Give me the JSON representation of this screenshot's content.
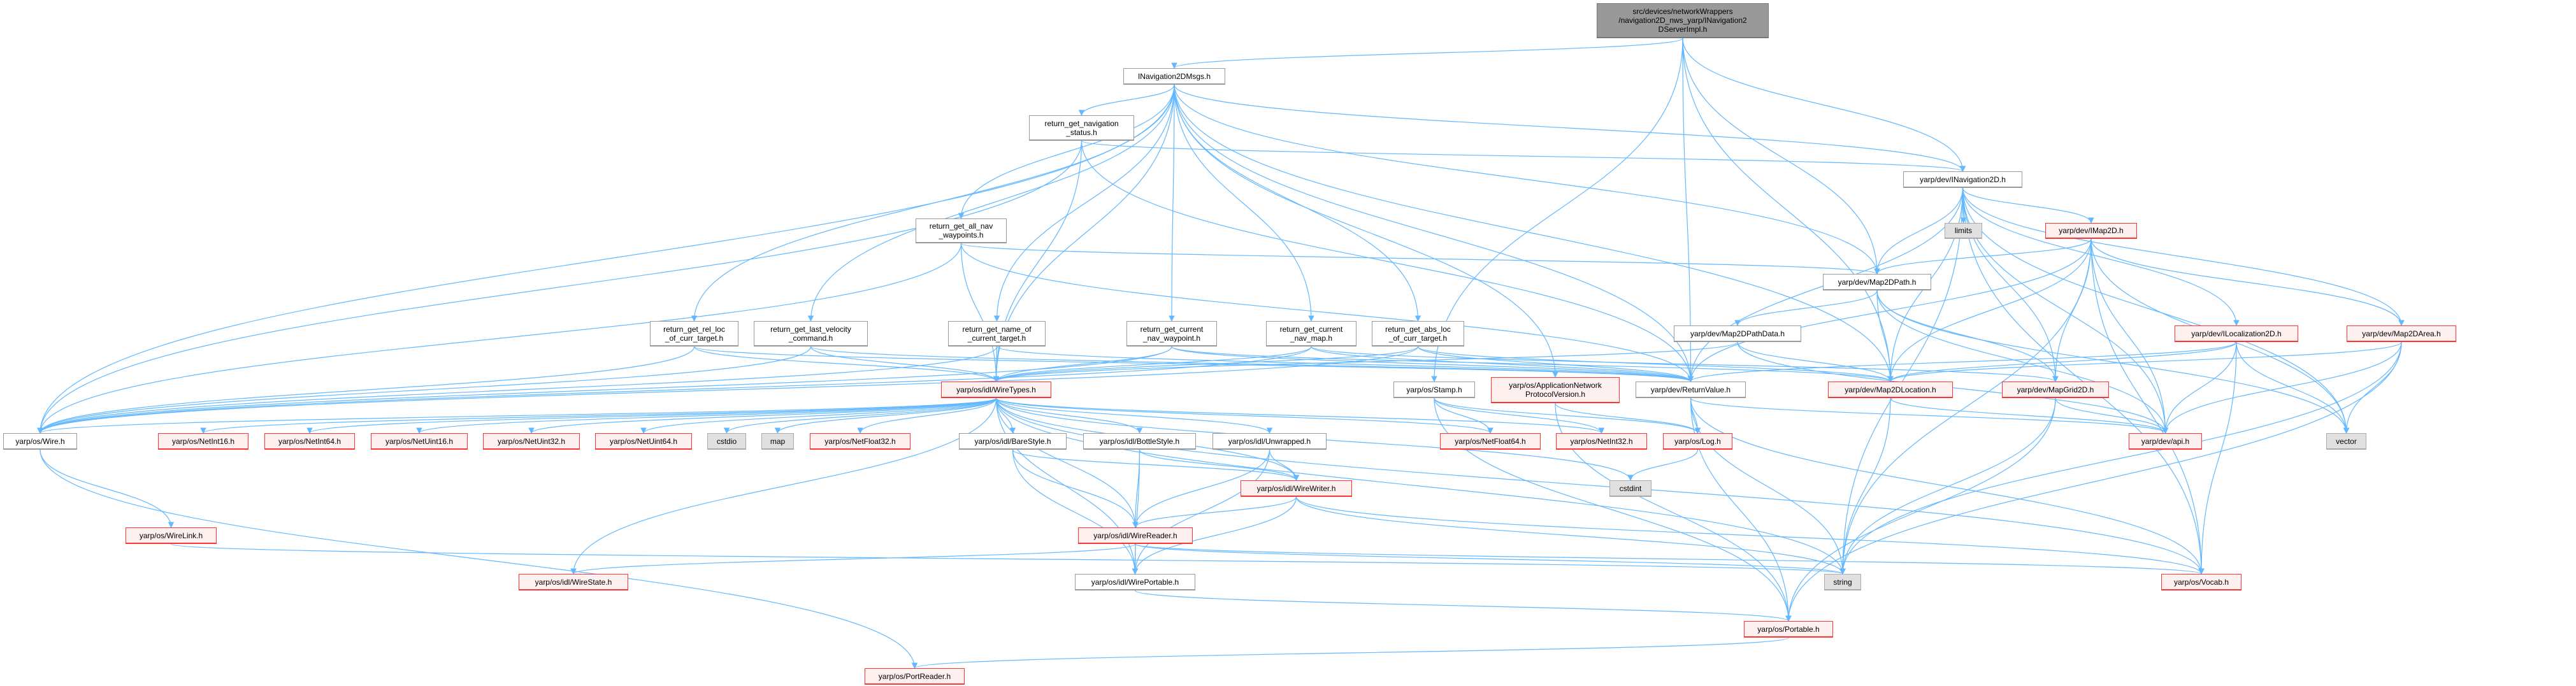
{
  "colors": {
    "edge": "#63b8ff",
    "root_fill": "#999999",
    "red_border": "#ff3333",
    "red_fill": "#fff0f0",
    "gray_fill": "#e0e0e0"
  },
  "nodes": [
    {
      "id": "root",
      "kind": "root",
      "lines": [
        "src/devices/networkWrappers",
        "/navigation2D_nws_yarp/INavigation2",
        "DServerImpl.h"
      ]
    },
    {
      "id": "msgs",
      "kind": "normal",
      "lines": [
        "INavigation2DMsgs.h"
      ]
    },
    {
      "id": "nav_status",
      "kind": "normal",
      "lines": [
        "return_get_navigation",
        "_status.h"
      ]
    },
    {
      "id": "all_wp",
      "kind": "normal",
      "lines": [
        "return_get_all_nav",
        "_waypoints.h"
      ]
    },
    {
      "id": "rel_loc",
      "kind": "normal",
      "lines": [
        "return_get_rel_loc",
        "_of_curr_target.h"
      ]
    },
    {
      "id": "last_vel",
      "kind": "normal",
      "lines": [
        "return_get_last_velocity",
        "_command.h"
      ]
    },
    {
      "id": "name_tgt",
      "kind": "normal",
      "lines": [
        "return_get_name_of",
        "_current_target.h"
      ]
    },
    {
      "id": "cur_wp",
      "kind": "normal",
      "lines": [
        "return_get_current",
        "_nav_waypoint.h"
      ]
    },
    {
      "id": "cur_map",
      "kind": "normal",
      "lines": [
        "return_get_current",
        "_nav_map.h"
      ]
    },
    {
      "id": "abs_loc",
      "kind": "normal",
      "lines": [
        "return_get_abs_loc",
        "_of_curr_target.h"
      ]
    },
    {
      "id": "pathdata",
      "kind": "normal",
      "lines": [
        "yarp/dev/Map2DPathData.h"
      ]
    },
    {
      "id": "inav2d",
      "kind": "normal",
      "lines": [
        "yarp/dev/INavigation2D.h"
      ]
    },
    {
      "id": "limits",
      "kind": "gray",
      "lines": [
        "limits"
      ]
    },
    {
      "id": "imap2d",
      "kind": "red",
      "lines": [
        "yarp/dev/IMap2D.h"
      ]
    },
    {
      "id": "path",
      "kind": "normal",
      "lines": [
        "yarp/dev/Map2DPath.h"
      ]
    },
    {
      "id": "iloc",
      "kind": "red",
      "lines": [
        "yarp/dev/ILocalization2D.h"
      ]
    },
    {
      "id": "area",
      "kind": "red",
      "lines": [
        "yarp/dev/Map2DArea.h"
      ]
    },
    {
      "id": "wire",
      "kind": "normal",
      "lines": [
        "yarp/os/Wire.h"
      ]
    },
    {
      "id": "nint16",
      "kind": "red",
      "lines": [
        "yarp/os/NetInt16.h"
      ]
    },
    {
      "id": "nint64",
      "kind": "red",
      "lines": [
        "yarp/os/NetInt64.h"
      ]
    },
    {
      "id": "nuint16",
      "kind": "red",
      "lines": [
        "yarp/os/NetUint16.h"
      ]
    },
    {
      "id": "nuint32",
      "kind": "red",
      "lines": [
        "yarp/os/NetUint32.h"
      ]
    },
    {
      "id": "nuint64",
      "kind": "red",
      "lines": [
        "yarp/os/NetUint64.h"
      ]
    },
    {
      "id": "cstdio",
      "kind": "gray",
      "lines": [
        "cstdio"
      ]
    },
    {
      "id": "map",
      "kind": "gray",
      "lines": [
        "map"
      ]
    },
    {
      "id": "nfloat32",
      "kind": "red",
      "lines": [
        "yarp/os/NetFloat32.h"
      ]
    },
    {
      "id": "wiretypes",
      "kind": "red",
      "lines": [
        "yarp/os/idl/WireTypes.h"
      ]
    },
    {
      "id": "stamp",
      "kind": "normal",
      "lines": [
        "yarp/os/Stamp.h"
      ]
    },
    {
      "id": "anpv",
      "kind": "red",
      "lines": [
        "yarp/os/ApplicationNetwork",
        "ProtocolVersion.h"
      ]
    },
    {
      "id": "retval",
      "kind": "normal",
      "lines": [
        "yarp/dev/ReturnValue.h"
      ]
    },
    {
      "id": "location",
      "kind": "red",
      "lines": [
        "yarp/dev/Map2DLocation.h"
      ]
    },
    {
      "id": "grid",
      "kind": "red",
      "lines": [
        "yarp/dev/MapGrid2D.h"
      ]
    },
    {
      "id": "bare",
      "kind": "normal",
      "lines": [
        "yarp/os/idl/BareStyle.h"
      ]
    },
    {
      "id": "bottle",
      "kind": "normal",
      "lines": [
        "yarp/os/idl/BottleStyle.h"
      ]
    },
    {
      "id": "unwrapped",
      "kind": "normal",
      "lines": [
        "yarp/os/idl/Unwrapped.h"
      ]
    },
    {
      "id": "nfloat64",
      "kind": "red",
      "lines": [
        "yarp/os/NetFloat64.h"
      ]
    },
    {
      "id": "nint32",
      "kind": "red",
      "lines": [
        "yarp/os/NetInt32.h"
      ]
    },
    {
      "id": "log",
      "kind": "red",
      "lines": [
        "yarp/os/Log.h"
      ]
    },
    {
      "id": "api",
      "kind": "red",
      "lines": [
        "yarp/dev/api.h"
      ]
    },
    {
      "id": "vector",
      "kind": "gray",
      "lines": [
        "vector"
      ]
    },
    {
      "id": "wirelink",
      "kind": "red",
      "lines": [
        "yarp/os/WireLink.h"
      ]
    },
    {
      "id": "writer",
      "kind": "red",
      "lines": [
        "yarp/os/idl/WireWriter.h"
      ]
    },
    {
      "id": "cstdint",
      "kind": "gray",
      "lines": [
        "cstdint"
      ]
    },
    {
      "id": "reader",
      "kind": "red",
      "lines": [
        "yarp/os/idl/WireReader.h"
      ]
    },
    {
      "id": "wirestate",
      "kind": "red",
      "lines": [
        "yarp/os/idl/WireState.h"
      ]
    },
    {
      "id": "wireportable",
      "kind": "normal",
      "lines": [
        "yarp/os/idl/WirePortable.h"
      ]
    },
    {
      "id": "string",
      "kind": "gray",
      "lines": [
        "string"
      ]
    },
    {
      "id": "vocab",
      "kind": "red",
      "lines": [
        "yarp/os/Vocab.h"
      ]
    },
    {
      "id": "portable",
      "kind": "red",
      "lines": [
        "yarp/os/Portable.h"
      ]
    },
    {
      "id": "portreader",
      "kind": "red",
      "lines": [
        "yarp/os/PortReader.h"
      ]
    }
  ],
  "edges": [
    [
      "root",
      "msgs"
    ],
    [
      "root",
      "inav2d"
    ],
    [
      "root",
      "path"
    ],
    [
      "root",
      "retval"
    ],
    [
      "root",
      "stamp"
    ],
    [
      "root",
      "location"
    ],
    [
      "msgs",
      "nav_status"
    ],
    [
      "msgs",
      "all_wp"
    ],
    [
      "msgs",
      "rel_loc"
    ],
    [
      "msgs",
      "last_vel"
    ],
    [
      "msgs",
      "name_tgt"
    ],
    [
      "msgs",
      "cur_wp"
    ],
    [
      "msgs",
      "cur_map"
    ],
    [
      "msgs",
      "abs_loc"
    ],
    [
      "msgs",
      "wire"
    ],
    [
      "msgs",
      "wiretypes"
    ],
    [
      "msgs",
      "retval"
    ],
    [
      "msgs",
      "inav2d"
    ],
    [
      "msgs",
      "path"
    ],
    [
      "msgs",
      "location"
    ],
    [
      "msgs",
      "anpv"
    ],
    [
      "nav_status",
      "wire"
    ],
    [
      "nav_status",
      "wiretypes"
    ],
    [
      "nav_status",
      "retval"
    ],
    [
      "nav_status",
      "inav2d"
    ],
    [
      "all_wp",
      "wire"
    ],
    [
      "all_wp",
      "wiretypes"
    ],
    [
      "all_wp",
      "retval"
    ],
    [
      "all_wp",
      "path"
    ],
    [
      "rel_loc",
      "wire"
    ],
    [
      "rel_loc",
      "wiretypes"
    ],
    [
      "rel_loc",
      "retval"
    ],
    [
      "last_vel",
      "wire"
    ],
    [
      "last_vel",
      "wiretypes"
    ],
    [
      "last_vel",
      "retval"
    ],
    [
      "name_tgt",
      "wire"
    ],
    [
      "name_tgt",
      "wiretypes"
    ],
    [
      "name_tgt",
      "retval"
    ],
    [
      "cur_wp",
      "wire"
    ],
    [
      "cur_wp",
      "wiretypes"
    ],
    [
      "cur_wp",
      "retval"
    ],
    [
      "cur_wp",
      "location"
    ],
    [
      "cur_map",
      "wire"
    ],
    [
      "cur_map",
      "wiretypes"
    ],
    [
      "cur_map",
      "retval"
    ],
    [
      "cur_map",
      "grid"
    ],
    [
      "abs_loc",
      "wire"
    ],
    [
      "abs_loc",
      "wiretypes"
    ],
    [
      "abs_loc",
      "retval"
    ],
    [
      "abs_loc",
      "location"
    ],
    [
      "pathdata",
      "wiretypes"
    ],
    [
      "pathdata",
      "location"
    ],
    [
      "pathdata",
      "api"
    ],
    [
      "inav2d",
      "limits"
    ],
    [
      "inav2d",
      "imap2d"
    ],
    [
      "inav2d",
      "path"
    ],
    [
      "inav2d",
      "iloc"
    ],
    [
      "inav2d",
      "area"
    ],
    [
      "inav2d",
      "location"
    ],
    [
      "inav2d",
      "grid"
    ],
    [
      "inav2d",
      "retval"
    ],
    [
      "inav2d",
      "api"
    ],
    [
      "inav2d",
      "vector"
    ],
    [
      "inav2d",
      "string"
    ],
    [
      "inav2d",
      "vocab"
    ],
    [
      "imap2d",
      "path"
    ],
    [
      "imap2d",
      "location"
    ],
    [
      "imap2d",
      "grid"
    ],
    [
      "imap2d",
      "area"
    ],
    [
      "imap2d",
      "retval"
    ],
    [
      "imap2d",
      "api"
    ],
    [
      "imap2d",
      "vector"
    ],
    [
      "imap2d",
      "string"
    ],
    [
      "imap2d",
      "vocab"
    ],
    [
      "path",
      "pathdata"
    ],
    [
      "path",
      "location"
    ],
    [
      "path",
      "grid"
    ],
    [
      "path",
      "vector"
    ],
    [
      "path",
      "api"
    ],
    [
      "iloc",
      "location"
    ],
    [
      "iloc",
      "retval"
    ],
    [
      "iloc",
      "api"
    ],
    [
      "iloc",
      "vector"
    ],
    [
      "iloc",
      "vocab"
    ],
    [
      "area",
      "location"
    ],
    [
      "area",
      "api"
    ],
    [
      "area",
      "vector"
    ],
    [
      "area",
      "string"
    ],
    [
      "area",
      "portable"
    ],
    [
      "wiretypes",
      "wire"
    ],
    [
      "wiretypes",
      "nint16"
    ],
    [
      "wiretypes",
      "nint64"
    ],
    [
      "wiretypes",
      "nuint16"
    ],
    [
      "wiretypes",
      "nuint32"
    ],
    [
      "wiretypes",
      "nuint64"
    ],
    [
      "wiretypes",
      "cstdio"
    ],
    [
      "wiretypes",
      "map"
    ],
    [
      "wiretypes",
      "nfloat32"
    ],
    [
      "wiretypes",
      "bare"
    ],
    [
      "wiretypes",
      "bottle"
    ],
    [
      "wiretypes",
      "unwrapped"
    ],
    [
      "wiretypes",
      "nfloat64"
    ],
    [
      "wiretypes",
      "nint32"
    ],
    [
      "wiretypes",
      "cstdint"
    ],
    [
      "wiretypes",
      "writer"
    ],
    [
      "wiretypes",
      "reader"
    ],
    [
      "wiretypes",
      "wirestate"
    ],
    [
      "wiretypes",
      "wireportable"
    ],
    [
      "wiretypes",
      "string"
    ],
    [
      "wiretypes",
      "vocab"
    ],
    [
      "bare",
      "reader"
    ],
    [
      "bare",
      "writer"
    ],
    [
      "bare",
      "wireportable"
    ],
    [
      "bottle",
      "reader"
    ],
    [
      "bottle",
      "writer"
    ],
    [
      "bottle",
      "wireportable"
    ],
    [
      "unwrapped",
      "reader"
    ],
    [
      "unwrapped",
      "writer"
    ],
    [
      "unwrapped",
      "wireportable"
    ],
    [
      "writer",
      "reader"
    ],
    [
      "writer",
      "wireportable"
    ],
    [
      "writer",
      "string"
    ],
    [
      "writer",
      "vocab"
    ],
    [
      "reader",
      "wirestate"
    ],
    [
      "reader",
      "wireportable"
    ],
    [
      "reader",
      "string"
    ],
    [
      "reader",
      "vocab"
    ],
    [
      "wireportable",
      "portable"
    ],
    [
      "portable",
      "portreader"
    ],
    [
      "wire",
      "wirelink"
    ],
    [
      "wire",
      "portreader"
    ],
    [
      "wirelink",
      "string"
    ],
    [
      "stamp",
      "nfloat64"
    ],
    [
      "stamp",
      "nint32"
    ],
    [
      "stamp",
      "log"
    ],
    [
      "stamp",
      "portable"
    ],
    [
      "anpv",
      "log"
    ],
    [
      "anpv",
      "portable"
    ],
    [
      "retval",
      "api"
    ],
    [
      "retval",
      "log"
    ],
    [
      "retval",
      "string"
    ],
    [
      "retval",
      "portable"
    ],
    [
      "retval",
      "vocab"
    ],
    [
      "log",
      "cstdint"
    ],
    [
      "location",
      "api"
    ],
    [
      "location",
      "string"
    ],
    [
      "grid",
      "api"
    ],
    [
      "grid",
      "string"
    ],
    [
      "grid",
      "portable"
    ]
  ]
}
